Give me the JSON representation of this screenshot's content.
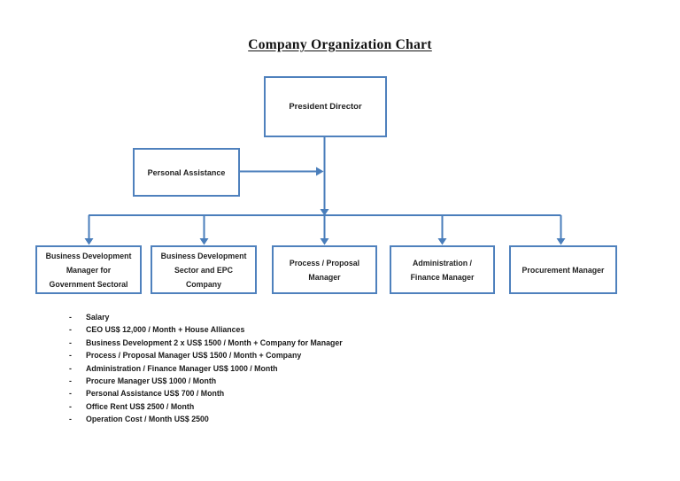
{
  "page": {
    "title": "Company Organization Chart"
  },
  "org_chart": {
    "president": {
      "label": "President Director"
    },
    "assistant": {
      "label": "Personal Assistance"
    },
    "managers": [
      {
        "name": "business-development-government-sectoral",
        "lines": [
          "Business Development",
          "Manager for",
          "Government Sectoral"
        ]
      },
      {
        "name": "business-development-sector-epc",
        "lines": [
          "Business Development",
          "Sector and EPC",
          "Company"
        ]
      },
      {
        "name": "process-proposal-manager",
        "lines": [
          "Process / Proposal",
          "Manager"
        ]
      },
      {
        "name": "administration-finance-manager",
        "lines": [
          "Administration /",
          "Finance Manager"
        ]
      },
      {
        "name": "procurement-manager",
        "lines": [
          "Procurement Manager"
        ]
      }
    ]
  },
  "notes": {
    "bullet_char": "-",
    "items": [
      "Salary",
      "CEO US$ 12,000 / Month + House Alliances",
      "Business Development 2 x US$ 1500 / Month + Company for Manager",
      "Process / Proposal Manager US$ 1500 / Month + Company",
      "Administration / Finance Manager US$ 1000 / Month",
      "Procure Manager US$ 1000 / Month",
      "Personal Assistance US$ 700 / Month",
      "Office Rent US$ 2500 / Month",
      "Operation Cost / Month US$ 2500"
    ]
  },
  "colors": {
    "box_border": "#4f81bd",
    "connector": "#4a7ebb",
    "text": "#1a1a1a"
  }
}
